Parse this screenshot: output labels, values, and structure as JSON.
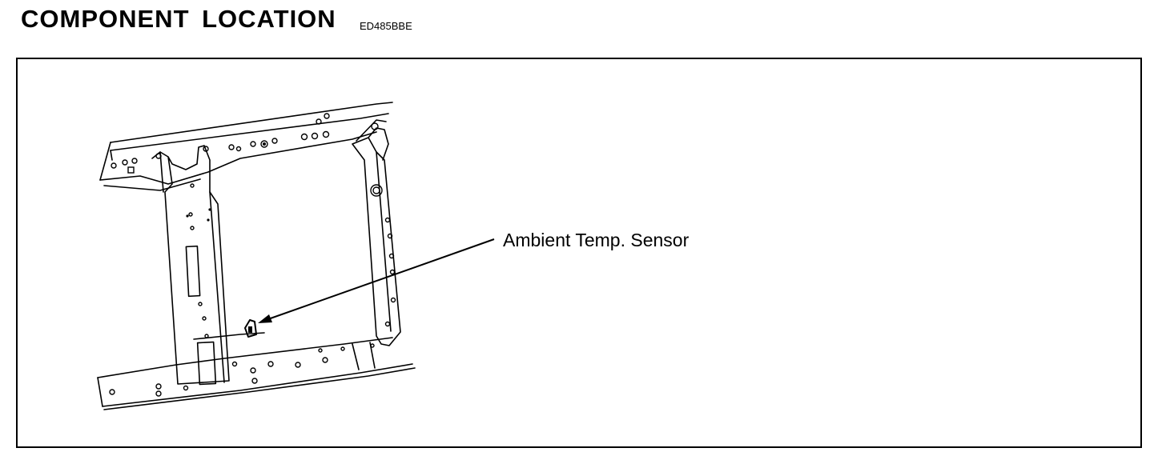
{
  "header": {
    "title": "COMPONENT  LOCATION",
    "code": "ED485BBE"
  },
  "figure": {
    "callouts": [
      {
        "label": "Ambient Temp. Sensor"
      }
    ]
  }
}
